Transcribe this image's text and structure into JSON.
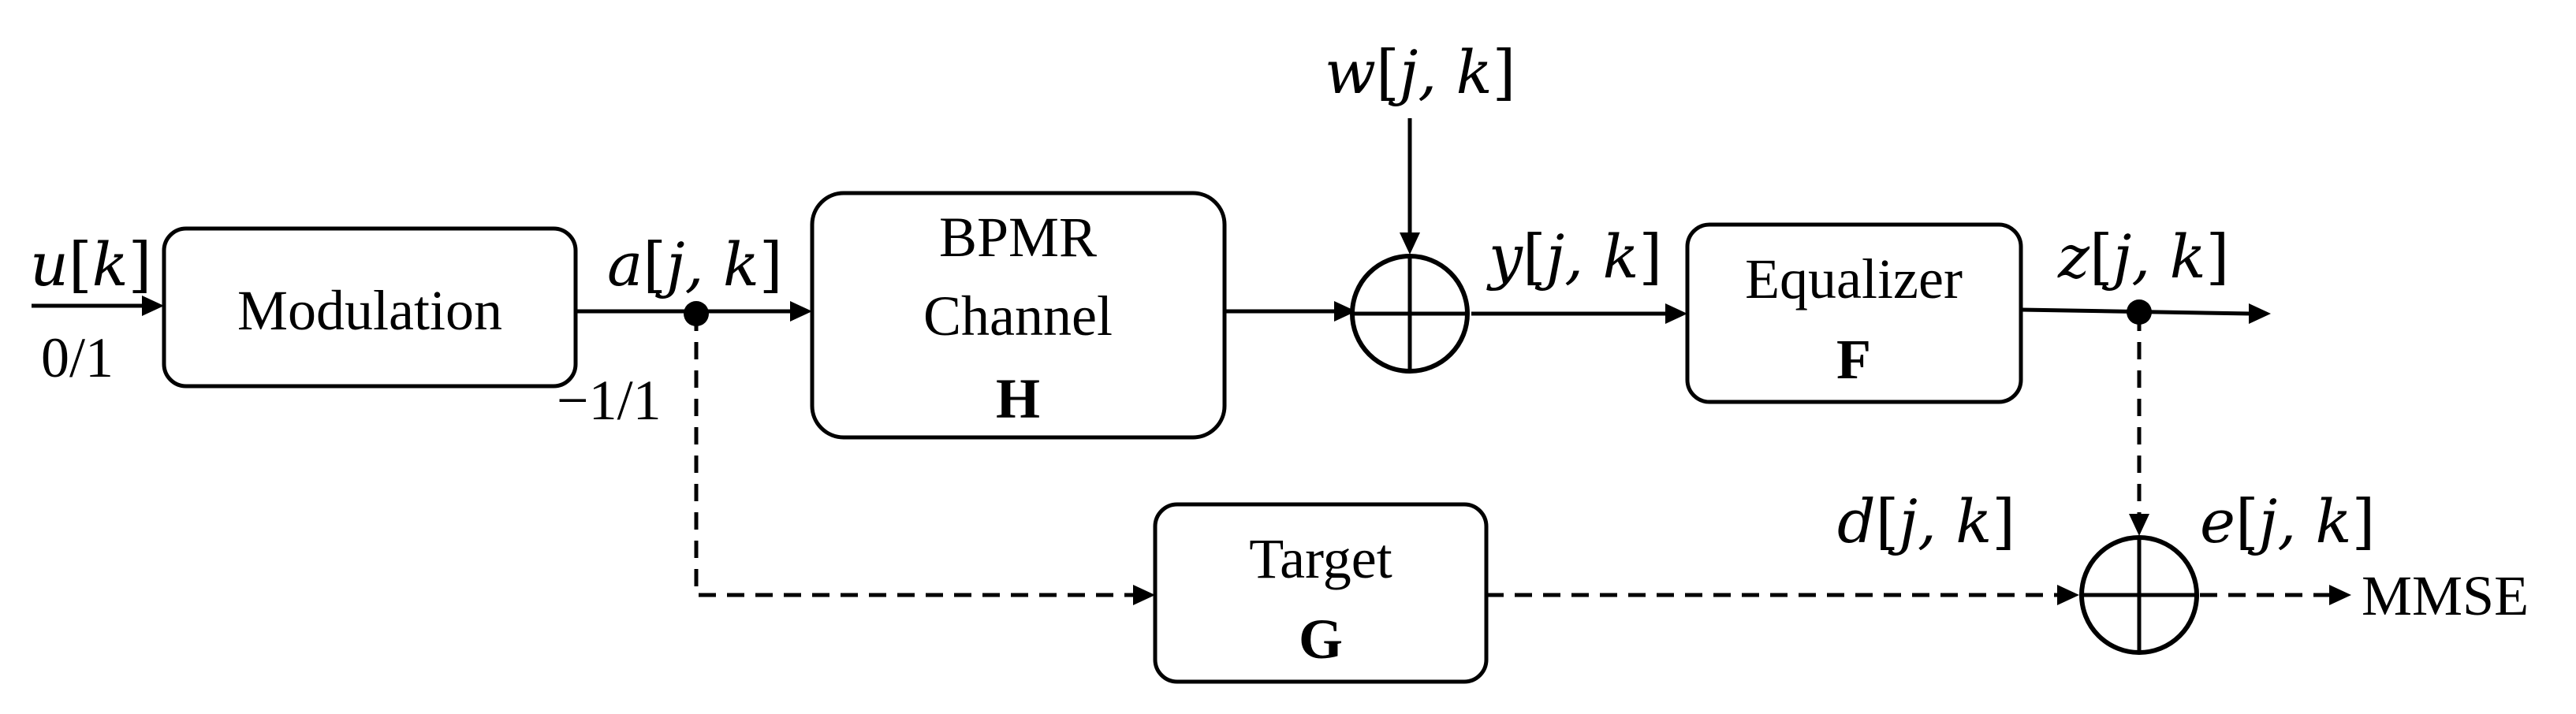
{
  "blocks": {
    "modulation": {
      "label": "Modulation"
    },
    "channel": {
      "line1": "BPMR",
      "line2": "Channel",
      "symbol": "H"
    },
    "equalizer": {
      "label": "Equalizer",
      "symbol": "F"
    },
    "target": {
      "label": "Target",
      "symbol": "G"
    }
  },
  "signals": {
    "u": {
      "name": "u",
      "index": "k"
    },
    "a": {
      "name": "a",
      "index": "j, k"
    },
    "w": {
      "name": "w",
      "index": "j, k"
    },
    "y": {
      "name": "y",
      "index": "j, k"
    },
    "z": {
      "name": "z",
      "index": "j, k"
    },
    "d": {
      "name": "d",
      "index": "j, k"
    },
    "e": {
      "name": "e",
      "index": "j, k"
    }
  },
  "annotations": {
    "input_levels": "0/1",
    "mod_levels": "−1/1",
    "output": "MMSE"
  }
}
